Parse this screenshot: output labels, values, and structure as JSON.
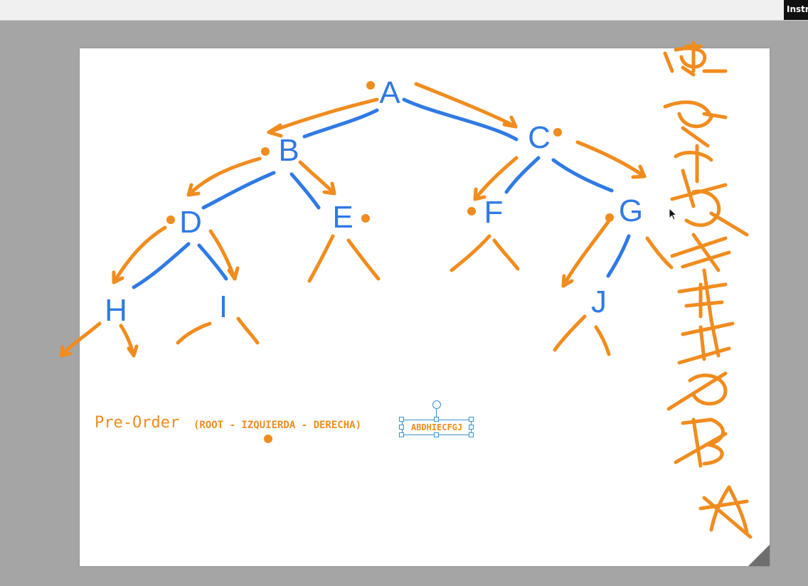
{
  "window": {
    "corner_label": "Instr"
  },
  "tree": {
    "nodes": [
      "A",
      "B",
      "C",
      "D",
      "E",
      "F",
      "G",
      "H",
      "I",
      "J"
    ]
  },
  "caption": {
    "title": "Pre-Order",
    "subtitle": "(ROOT - IZQUIERDA - DERECHA)",
    "textbox_value": "ABDHIECFGJ"
  },
  "colors": {
    "tree_node": "#2f7ae5",
    "ink_orange": "#f08c1e",
    "ink_blue": "#2f7ae5",
    "selection": "#3a8ed0"
  }
}
